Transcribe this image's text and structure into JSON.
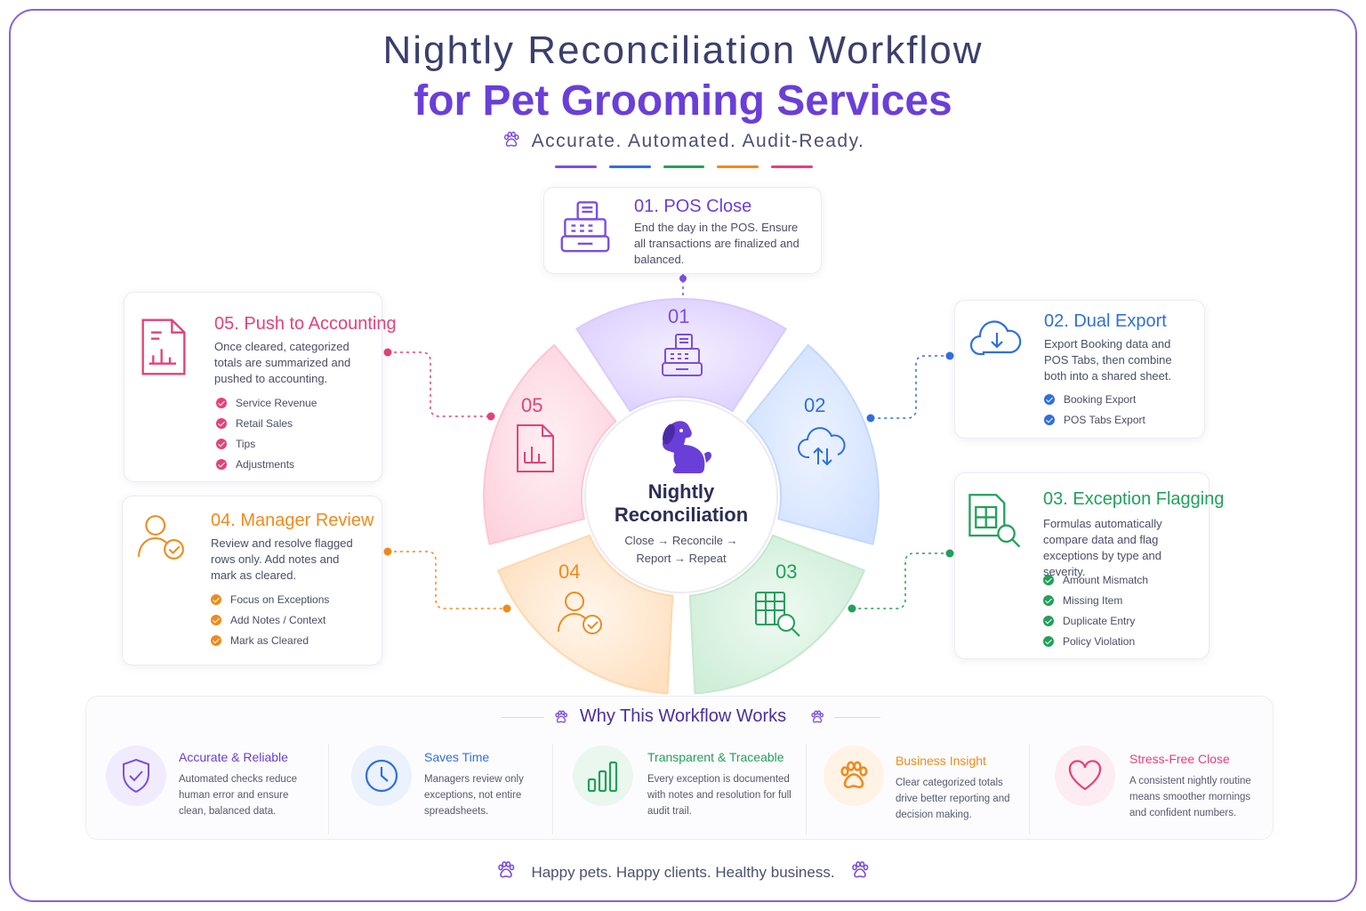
{
  "title": {
    "line1": "Nightly Reconciliation Workflow",
    "line2": "for Pet Grooming Services",
    "tagline": "Accurate. Automated. Audit-Ready."
  },
  "colors": {
    "purple": "#7a4fe0",
    "blue": "#2f6fde",
    "green": "#22a05a",
    "orange": "#f08a1c",
    "pink": "#e4417a"
  },
  "steps": [
    {
      "num": "01",
      "label": "01. POS Close",
      "desc": "End the day in the POS. Ensure all transactions are finalized and balanced.",
      "icon": "cash-register-icon",
      "checks": []
    },
    {
      "num": "02",
      "label": "02. Dual Export",
      "desc": "Export Booking data and POS Tabs, then combine both into a shared sheet.",
      "icon": "cloud-download-icon",
      "checks": [
        "Booking Export",
        "POS Tabs Export"
      ]
    },
    {
      "num": "03",
      "label": "03. Exception Flagging",
      "desc": "Formulas automatically compare data and flag exceptions by type and severity.",
      "icon": "spreadsheet-search-icon",
      "checks": [
        "Amount Mismatch",
        "Missing Item",
        "Duplicate Entry",
        "Policy Violation"
      ]
    },
    {
      "num": "04",
      "label": "04. Manager Review",
      "desc": "Review and resolve flagged rows only. Add notes and mark as cleared.",
      "icon": "user-check-icon",
      "checks": [
        "Focus on Exceptions",
        "Add Notes / Context",
        "Mark as Cleared"
      ]
    },
    {
      "num": "05",
      "label": "05. Push to Accounting",
      "desc": "Once cleared, categorized totals are summarized and pushed to accounting.",
      "icon": "report-document-icon",
      "checks": [
        "Service Revenue",
        "Retail Sales",
        "Tips",
        "Adjustments"
      ]
    }
  ],
  "center": {
    "title_line1": "Nightly",
    "title_line2": "Reconciliation",
    "sub_line1": "Close → Reconcile →",
    "sub_line2": "Report → Repeat",
    "icon": "dog-icon"
  },
  "why": {
    "title": "Why This Workflow Works",
    "benefits": [
      {
        "title": "Accurate & Reliable",
        "desc": "Automated checks reduce human error and ensure clean, balanced data.",
        "icon": "shield-check-icon"
      },
      {
        "title": "Saves Time",
        "desc": "Managers review only exceptions, not entire spreadsheets.",
        "icon": "clock-icon"
      },
      {
        "title": "Transparent & Traceable",
        "desc": "Every exception is documented with notes and resolution for full audit trail.",
        "icon": "bar-chart-icon"
      },
      {
        "title": "Business Insight",
        "desc": "Clear categorized totals drive better reporting and decision making.",
        "icon": "paw-icon"
      },
      {
        "title": "Stress-Free Close",
        "desc": "A consistent nightly routine means smoother mornings and confident numbers.",
        "icon": "heart-icon"
      }
    ]
  },
  "footer": "Happy pets. Happy clients. Healthy business."
}
